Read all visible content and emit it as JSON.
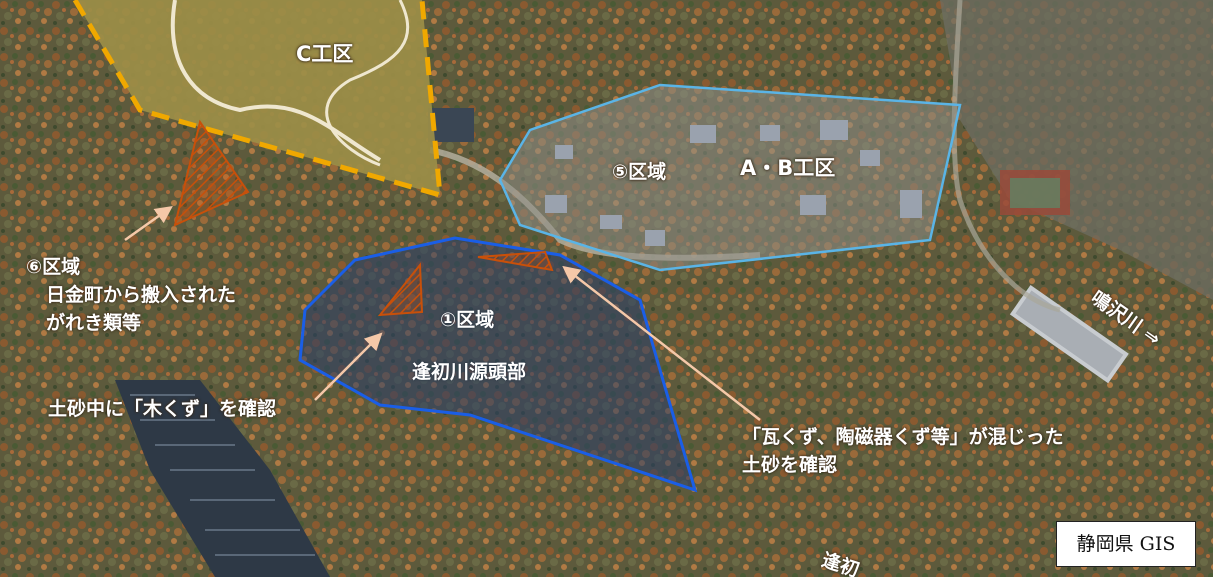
{
  "zones": {
    "c_work": "C工区",
    "ab_work": "A・B工区",
    "area5": "⑤区域",
    "area1": "①区域",
    "area1_sub": "逢初川源頭部",
    "area6_title": "⑥区域",
    "area6_line1": "日金町から搬入された",
    "area6_line2": "がれき類等"
  },
  "notes": {
    "wood": "土砂中に「木くず」を確認",
    "tile_line1": "「瓦くず、陶磁器くず等」が混じった",
    "tile_line2": "土砂を確認"
  },
  "river_naru": "鳴沢川 ⇒",
  "river_aizome_partial": "逢初",
  "credit": "静岡県 GIS",
  "colors": {
    "c_work_boundary": "#f0a800",
    "ab_work_boundary": "#5ab4e6",
    "area1_boundary": "#1a5ee6",
    "hatch": "#c8500a",
    "arrow": "#f5c8a8"
  }
}
